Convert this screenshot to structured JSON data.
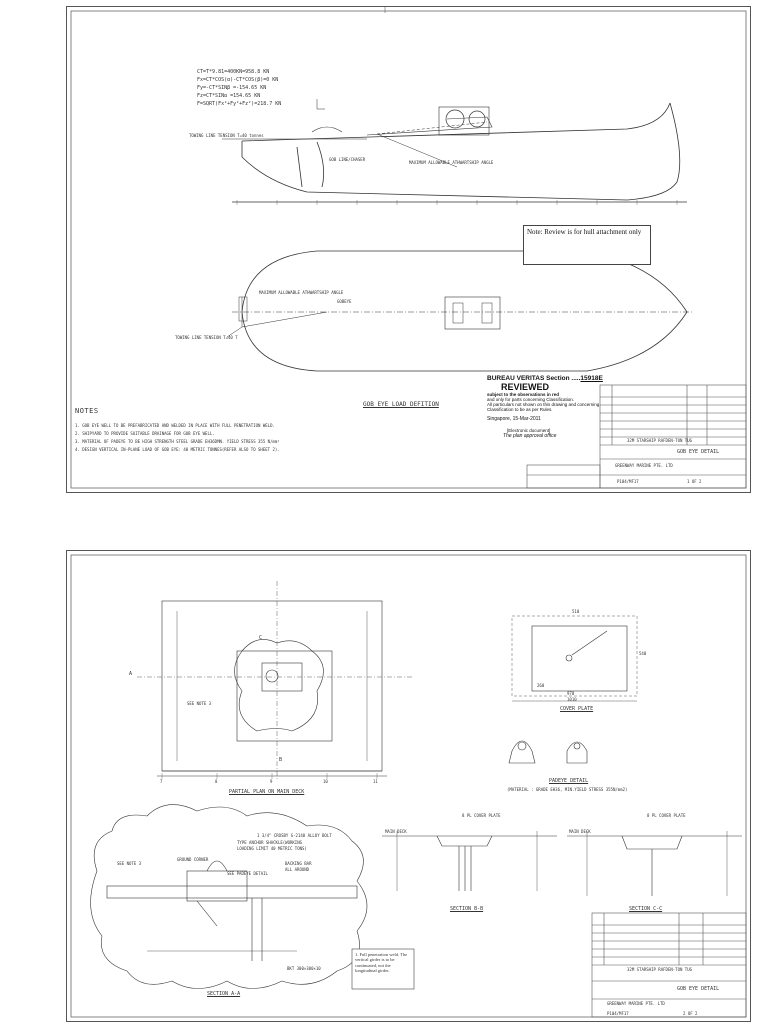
{
  "sheet1": {
    "formulas": [
      "CT=T*9.81=400KN=958.8 KN",
      "Fx=CT*COS(α)-CT*COS(β)=0 KN",
      "Fy=-CT*SINβ =-154.65 KN",
      "Fz=CT*SINα =154.65 KN",
      "F=SQRT(Fx²+Fy²+Fz²)=218.7 KN"
    ],
    "labels": {
      "towing_line": "TOWING LINE TENSION  T=40 tonnes",
      "gob_line": "GOB LINE/CHASER",
      "max_angle": "MAXIMUM ALLOWABLE ATHWARTSHIP ANGLE",
      "max_angle_plan": "MAXIMUM ALLOWABLE ATHWARTSHIP ANGLE",
      "gobeye": "GOBEYE",
      "towing_line_plan": "TOWING LINE TENSION  T=40 T"
    },
    "review_note": "Note: Review is for hull attachment only",
    "stamp": {
      "title": "BUREAU VERITAS Section .....",
      "number": "15918E",
      "reviewed": "REVIEWED",
      "line1": "subject to the observations in red",
      "line2": "and only for parts concerning Classification.",
      "line3": "All particulars not shown on this drawing and concerning",
      "line4": "Classification to be as per Rules.",
      "date": "Singapore,  15-Mar-2011",
      "electronic": "[Electronic document]",
      "office": "The plan approval office"
    },
    "load_title": "GOB EYE LOAD DEFITION",
    "notes_heading": "NOTES",
    "notes": [
      "1. GOB EYE WELL TO BE PREFABRICATED AND WELDED IN PLACE WITH FULL PENETRATION WELD.",
      "2. SHIPYARD TO PROVIDE SUITABLE DRAINAGE FOR GOB EYE WELL.",
      "3. MATERIAL OF PADEYE TO BE HIGH STRENGTH STEEL GRADE EH36DMN. YIELD STRESS 355 N/mm²",
      "4. DESIGN VERTICAL IN-PLANE LOAD OF GOB EYE: 40 METRIC TONNES(REFER ALSO TO SHEET 2)."
    ],
    "title_block": {
      "project": "32M STARSHIP RAFDEN-TON TUG",
      "title": "GOB EYE DETAIL",
      "company": "GREENWAY MARINE PTE. LTD",
      "drawing_no": "P104/MF17",
      "sheet": "1 OF 2"
    }
  },
  "sheet2": {
    "partial_plan": "PARTIAL PLAN ON MAIN DECK",
    "see_note": "SEE NOTE 3",
    "cover_plate": "COVER PLATE",
    "padeye_detail": "PADEYE DETAIL",
    "padeye_material": "(MATERIAL : GRADE EH36, MIN.YIELD STRESS 355N/mm2)",
    "section_aa": "SECTION A-A",
    "section_bb": "SECTION B-B",
    "section_cc": "SECTION C-C",
    "main_deck": "MAIN DECK",
    "main_deck2": "MAIN DECK",
    "cover_plate_label_b": "8 PL COVER PLATE",
    "cover_plate_label_c": "8 PL COVER PLATE",
    "bolt_note": "1 3/4\" CROSBY G-2140 ALLOY BOLT",
    "bolt_note2": "TYPE ANCHOR SHACKLE(WORKING",
    "bolt_note3": "LOADING LIMIT 40 METRIC TONS)",
    "ground_corner": "GROUND CORNER",
    "backing_bar": "BACKING BAR",
    "all_around": "ALL AROUND",
    "see_padeye": "SEE PADEYE DETAIL",
    "see_note3": "SEE NOTE 3",
    "weld_note": "1. Full penetration weld. The vertical girder is to be continuated, not the longitudinal girder.",
    "bkt_label": "BKT 300×300×10",
    "dim_a": "A",
    "dim_b": "B",
    "dim_c": "C",
    "frames": [
      "7",
      "8",
      "9",
      "10",
      "11"
    ],
    "dims_cover": [
      "510",
      "970",
      "1010",
      "540",
      "260"
    ],
    "title_block": {
      "project": "32M STARSHIP RAFDEN-TON TUG",
      "title": "GOB EYE DETAIL",
      "company": "GREENWAY MARINE PTE. LTD",
      "drawing_no": "P104/MF17",
      "sheet": "2 OF 2"
    }
  }
}
